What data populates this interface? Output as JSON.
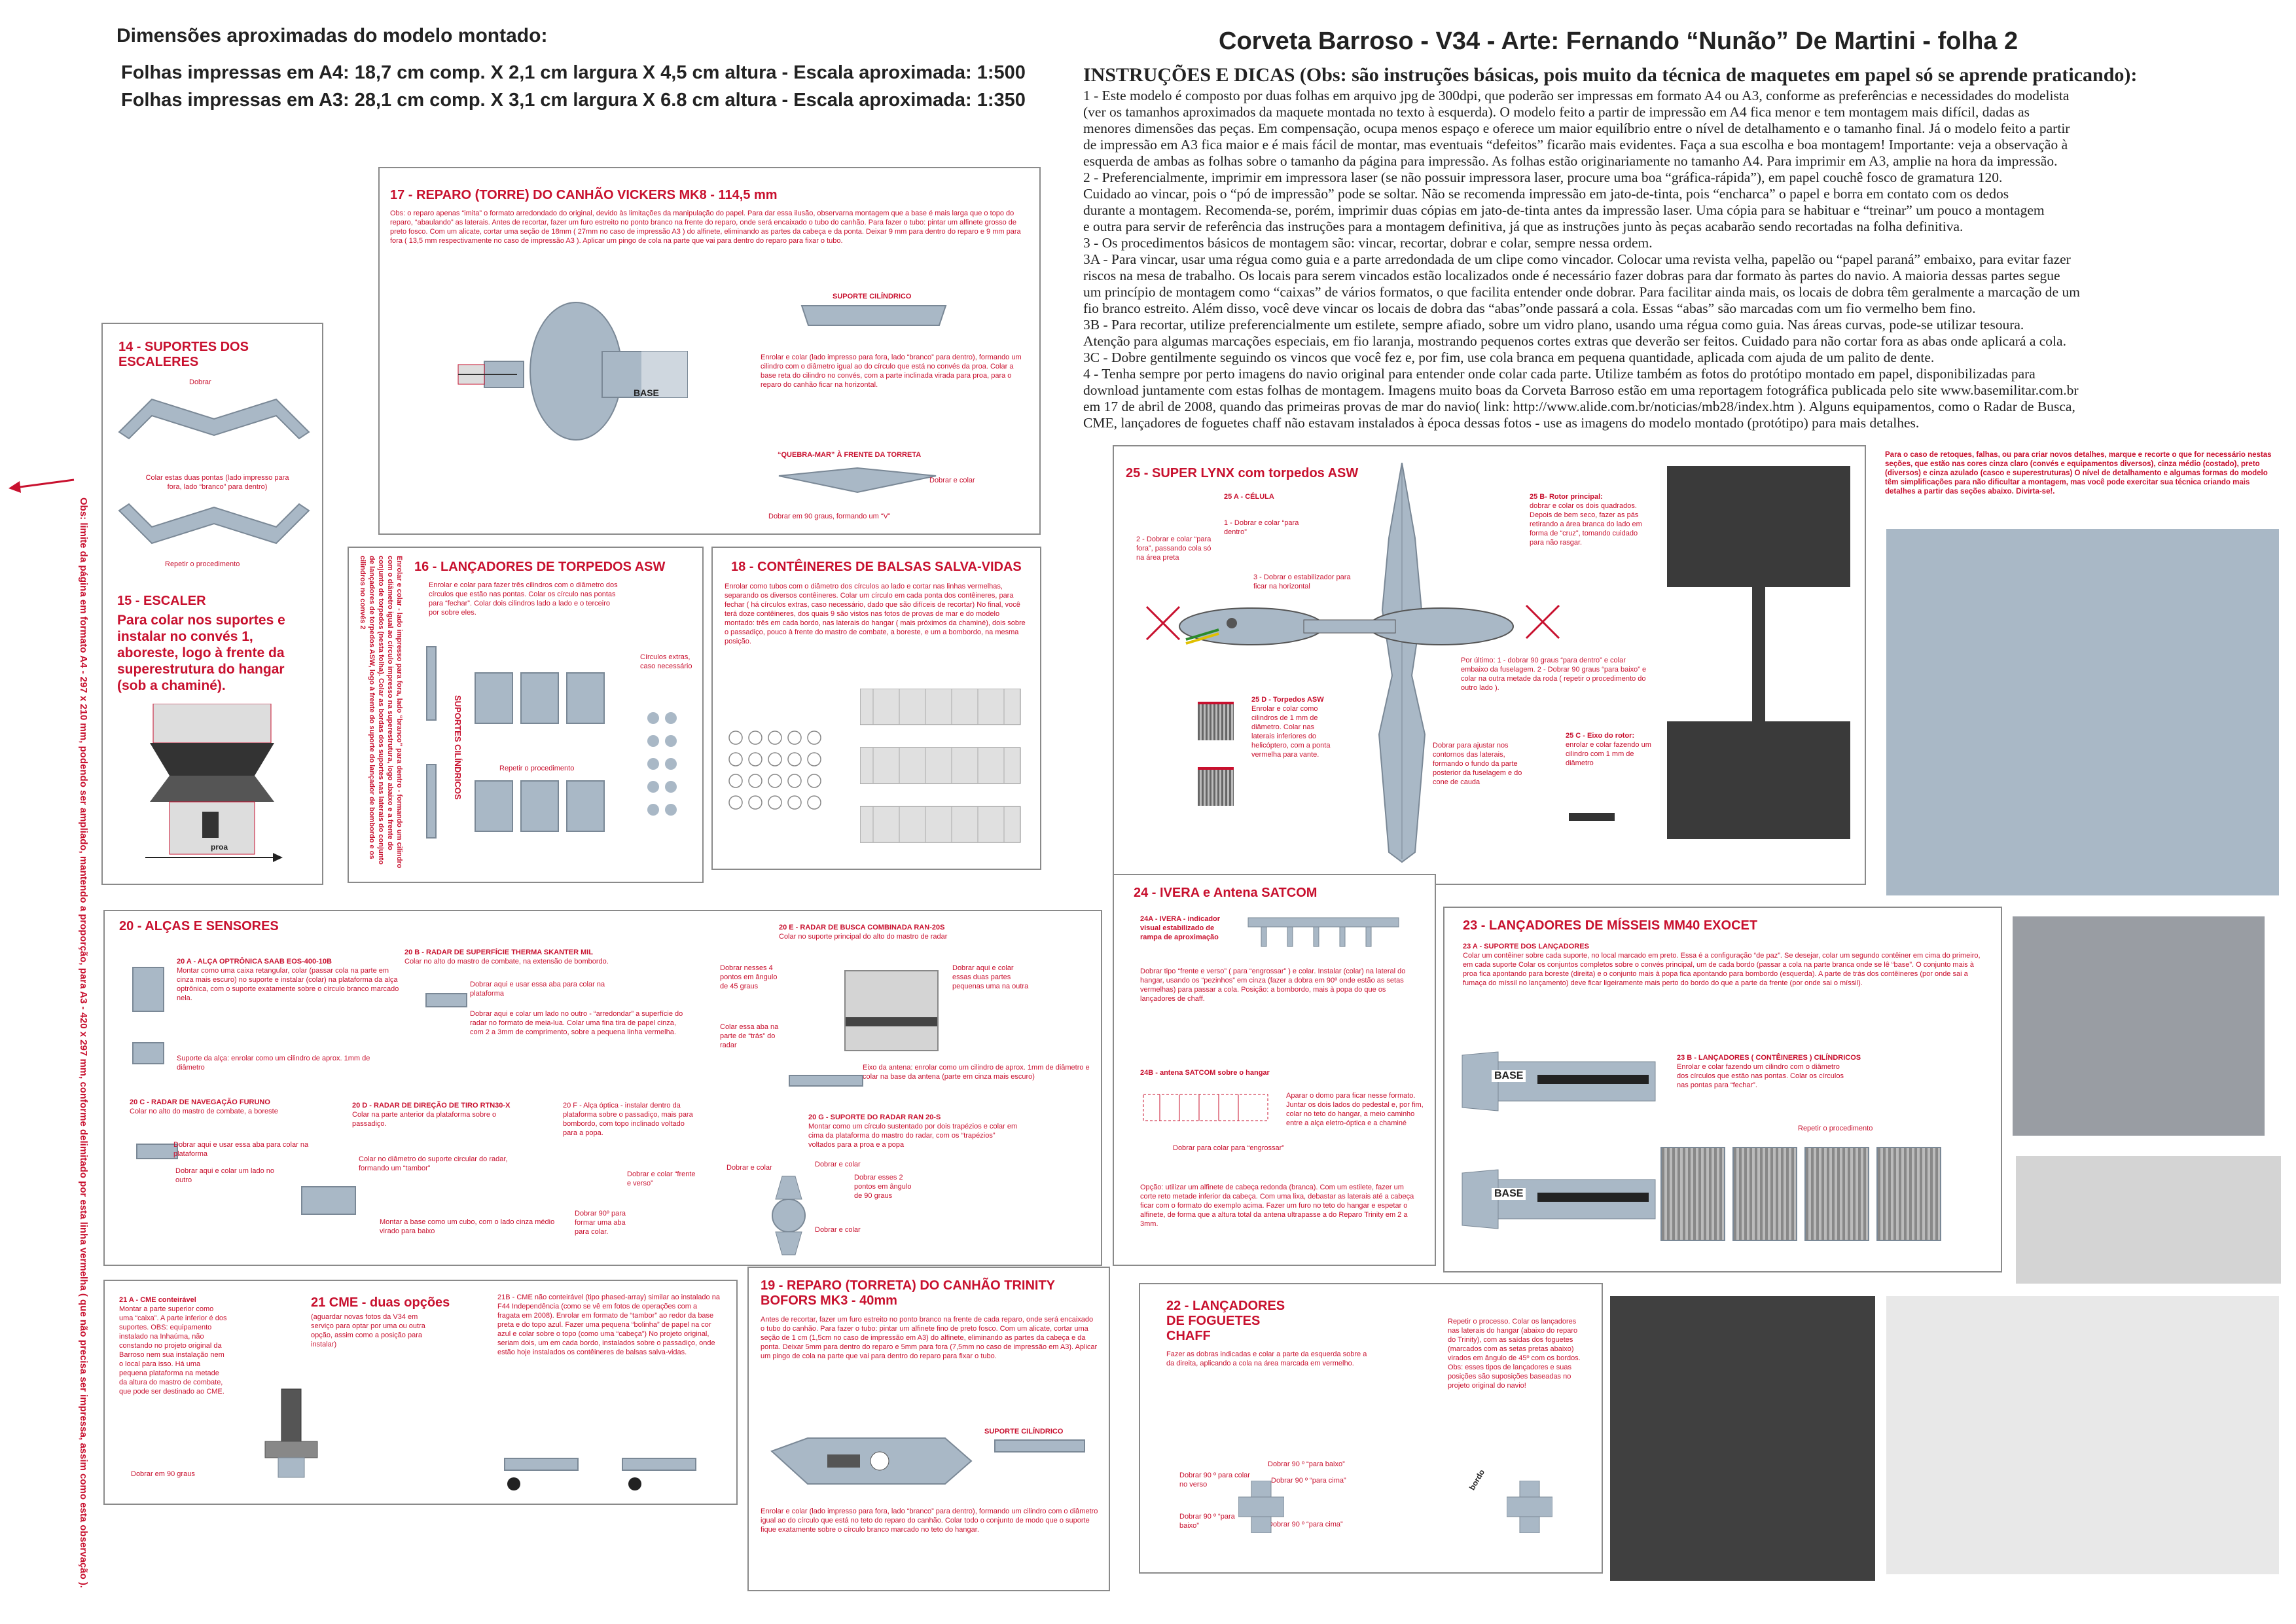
{
  "header_left": {
    "title": "Dimensões aproximadas do modelo montado:",
    "line_a4": "Folhas impressas em A4:  18,7 cm comp. X 2,1 cm largura X 4,5 cm altura  - Escala aproximada: 1:500",
    "line_a3": "Folhas impressas em A3:  28,1 cm comp. X 3,1 cm largura X 6.8 cm altura  - Escala aproximada: 1:350"
  },
  "header_right": {
    "title": "Corveta  Barroso -  V34  -  Arte: Fernando “Nunão” De Martini  -   folha 2",
    "instructions_title": "INSTRUÇÕES E DICAS (Obs: são instruções básicas, pois muito da técnica de maquetes em papel só se aprende praticando):",
    "instructions": [
      "1 - Este modelo é composto por duas folhas em arquivo jpg de 300dpi, que poderão ser impressas em formato A4 ou A3, conforme as preferências e necessidades do modelista",
      "(ver os tamanhos aproximados da maquete montada no texto à esquerda). O modelo feito a partir de impressão em A4 fica menor e tem montagem mais difícil, dadas as",
      "menores dimensões das peças. Em compensação, ocupa menos espaço e oferece um maior equilíbrio entre o nível de detalhamento e o tamanho final. Já o modelo feito a partir",
      "de impressão em A3 fica maior  e é mais fácil de montar, mas eventuais “defeitos” ficarão mais evidentes. Faça a sua escolha e boa montagem! Importante: veja a observação à",
      "esquerda de ambas as folhas sobre o tamanho da página para impressão. As  folhas estão originariamente no tamanho A4. Para imprimir em A3, amplie  na hora da impressão.",
      "2 - Preferencialmente, imprimir em impressora laser (se não possuir impressora laser, procure uma boa “gráfica-rápida”), em papel couchê fosco de gramatura 120.",
      "Cuidado ao vincar, pois o “pó de impressão” pode se soltar. Não se recomenda impressão em jato-de-tinta, pois “encharca” o papel e borra em contato com os dedos",
      "durante a montagem. Recomenda-se, porém, imprimir duas cópias em jato-de-tinta antes da impressão  laser. Uma cópia para se habituar e  “treinar” um pouco a montagem",
      "e outra para servir de referência das instruções para a montagem definitiva, já que as instruções junto às peças acabarão sendo recortadas na folha definitiva.",
      "3 - Os procedimentos básicos de montagem são: vincar, recortar, dobrar e colar, sempre nessa ordem.",
      "3A - Para vincar, usar uma régua como guia e a parte arredondada de um clipe como vincador. Colocar uma revista velha, papelão ou “papel paraná” embaixo, para evitar fazer",
      "riscos na mesa de trabalho. Os locais para serem vincados estão localizados onde é necessário fazer dobras para dar formato às partes do navio. A maioria dessas partes segue",
      "um princípio de montagem como “caixas” de vários formatos, o que facilita entender onde dobrar. Para facilitar ainda mais, os locais de dobra têm geralmente a marcação de um",
      "fio branco estreito. Além disso, você deve vincar os locais de dobra das “abas”onde passará a cola. Essas “abas” são marcadas com um fio vermelho bem fino.",
      "3B - Para recortar, utilize preferencialmente um estilete, sempre afiado, sobre um vidro plano, usando uma régua como guia. Nas áreas curvas, pode-se utilizar tesoura.",
      "Atenção para algumas marcações especiais, em fio laranja, mostrando pequenos cortes extras que deverão ser feitos. Cuidado para não cortar fora as abas onde aplicará a cola.",
      "3C - Dobre gentilmente seguindo os vincos que você fez e, por fim, use cola branca em pequena quantidade, aplicada com ajuda de um palito de dente.",
      "4 - Tenha sempre por perto imagens do navio original para entender onde colar cada parte. Utilize também as fotos do protótipo montado em papel, disponibilizadas para",
      "download juntamente com estas folhas de montagem. Imagens muito boas da Corveta Barroso estão em uma reportagem fotográfica publicada pelo site www.basemilitar.com.br",
      "em 17 de abril de 2008, quando das primeiras provas de mar do navio( link: http://www.alide.com.br/noticias/mb28/index.htm  ). Alguns equipamentos, como o Radar de Busca,",
      "CME, lançadores de foguetes chaff não estavam instalados à época dessas fotos - use as imagens do modelo montado (protótipo) para mais detalhes."
    ]
  },
  "side_note": "Obs: limite da página em formato  A4  - 297 x 210 mm, podendo ser ampliado, mantendo a proporção, para  A3 - 420 x 297 mm, conforme delimitado por esta linha vermelha ( que não precisa ser impressa, assim como esta observação ).",
  "color_note": "Para o caso de retoques, falhas,  ou para criar novos detalhes, marque e recorte o que for necessário nestas seções, que estão nas cores cinza claro (convés e equipamentos diversos),  cinza médio  (costado), preto (diversos)  e cinza azulado (casco e superestruturas) O nível de detalhamento e algumas formas do modelo têm simplificações para não dificultar a montagem, mas você pode exercitar sua técnica criando mais detalhes a partir das seções abaixo. Divirta-se!.",
  "colors": {
    "accent_red": "#c8102e",
    "hull_blue_gray": "#a9b8c6",
    "mid_gray": "#999da3",
    "light_gray": "#d4d4d4",
    "dark": "#404040"
  },
  "sections": {
    "s17": {
      "title": "17 - REPARO (TORRE) DO CANHÃO VICKERS MK8  - 114,5 mm",
      "text": "Obs: o reparo apenas “imita” o formato arredondado do original, devido às limitações da manipulação do papel. Para dar essa ilusão, observarna montagem  que a base é mais larga que o topo do reparo, “abaulando” as laterais. Antes de recortar, fazer um furo estreito no ponto branco na frente do reparo,  onde será encaixado o tubo do canhão. Para fazer o tubo: pintar um alfinete grosso de preto fosco. Com um alicate, cortar uma seção  de 18mm ( 27mm no caso de impressão A3 ) do alfinete, eliminando as partes da cabeça e da ponta.  Deixar 9 mm para dentro do reparo e 9 mm para fora ( 13,5 mm respectivamente no caso de impressão A3 ). Aplicar um pingo de cola na parte que vai para dentro do reparo para fixar o tubo.",
      "support_label": "SUPORTE CILÍNDRICO",
      "support_text": "Enrolar e colar  (lado impresso para fora, lado “branco” para dentro), formando um cilindro com o diâmetro igual ao do círculo que está no convés da proa. Colar a base reta do cilindro no convés, com a parte inclinada virada para proa, para o reparo do canhão ficar na horizontal.",
      "quebra_mar": "“QUEBRA-MAR” À FRENTE DA TORRETA",
      "dobrar_colar": "Dobrar e colar",
      "dobrar_90": "Dobrar em 90 graus, formando um “V”",
      "base_label": "BASE"
    },
    "s14": {
      "title": "14 - SUPORTES DOS ESCALERES",
      "dobrar": "Dobrar",
      "colar_pontas": "Colar estas duas pontas (lado impresso para fora, lado “branco” para dentro)",
      "repetir": "Repetir o procedimento"
    },
    "s15": {
      "title": "15 - ESCALER",
      "text": "Para colar nos suportes e instalar no convés 1, aboreste, logo à frente da superestrutura do hangar (sob a chaminé).",
      "proa": "proa"
    },
    "s16": {
      "title": "16 - LANÇADORES DE TORPEDOS ASW",
      "text": "Enrolar e colar para fazer três cilindros com o diâmetro dos círculos que estão nas pontas. Colar os círculo nas pontas para “fechar”. Colar dois cilindros lado a lado e o terceiro por sobre eles.",
      "vertical": "Enrolar e colar  - lado impresso para fora, lado “branco” para dentro - formando um cilindro com o diâmetro igual ao círculo impresso na superestrutura, logo abaixo e a frente do conjunto de torpedos (nesta folha). Colar as bordas dos suportes nas laterais do conjunto de lançadores de torpedos ASW, logo à frente do suporte do lançador de bombordo e os cilindros no convés 2",
      "suportes": "SUPORTES  CILÍNDRICOS",
      "circulos": "Círculos extras, caso necessário",
      "repetir": "Repetir o procedimento"
    },
    "s18": {
      "title": "18 - CONTÊINERES DE BALSAS SALVA-VIDAS",
      "text": "Enrolar como tubos com o diâmetro dos círculos ao lado e cortar nas linhas vermelhas, separando os diversos contêineres. Colar um círculo em cada ponta dos contêineres, para fechar ( há círculos extras, caso necessário, dado que são difíceis de recortar) No final, você terá doze contêineres, dos quais 9 são vistos nas fotos de provas de mar e do modelo montado: três em cada bordo, nas laterais do hangar ( mais próximos da chaminé), dois sobre o passadiço, pouco à frente do mastro de combate, a boreste, e um a bombordo, na mesma posição."
    },
    "s20": {
      "title": "20 - ALÇAS E SENSORES",
      "a_title": "20 A - ALÇA OPTRÔNICA SAAB EOS-400-10B",
      "a_text": "Montar como uma caixa retangular, colar (passar cola na parte em cinza mais escuro) no suporte e instalar (colar) na plataforma da alça optrônica, com o suporte exatamente sobre o círculo branco marcado nela.",
      "a_sup": "Suporte da alça: enrolar como um cilindro de aprox. 1mm de diâmetro",
      "b_title": "20 B - RADAR DE SUPERFÍCIE THERMA SKANTER MIL",
      "b_text": "Colar no alto do mastro de combate, na extensão de bombordo.",
      "b_dobrar1": "Dobrar aqui e usar essa aba para colar na plataforma",
      "b_dobrar2": "Dobrar aqui e colar um lado no outro - “arredondar” a superfície do radar no formato de meia-lua. Colar uma fina tira de papel cinza, com 2 a 3mm de comprimento, sobre a pequena linha vermelha.",
      "c_title": "20 C - RADAR DE NAVEGAÇÃO FURUNO",
      "c_text": "Colar no alto do mastro de combate, a boreste",
      "c_dobrar1": "Dobrar aqui e usar essa aba para colar na plataforma",
      "c_dobrar2": "Dobrar aqui e colar um lado no outro",
      "d_title": "20 D - RADAR DE DIREÇÃO DE TIRO RTN30-X",
      "d_text": "Colar  na parte anterior da plataforma sobre o passadiço.",
      "d_sup": "Colar no diâmetro do suporte circular do radar, formando um “tambor”",
      "d_base": "Montar a base como um cubo, com o lado cinza médio virado para baixo",
      "e_title": "20 E  - RADAR DE BUSCA COMBINADA RAN-20S",
      "e_text": "Colar no suporte principal do  alto do mastro de radar",
      "e_dobrar45": "Dobrar nesses 4 pontos em ângulo de 45 graus",
      "e_dobrar_abas": "Dobrar aqui e colar essas duas partes pequenas uma na outra",
      "e_colar": "Colar essa aba na parte de “trás” do radar",
      "e_eixo": "Eixo da antena: enrolar como um cilindro de aprox. 1mm de diâmetro e colar na base da antena (parte em cinza mais escuro)",
      "f_title": "20 F - Alça óptica - instalar dentro da plataforma sobre o passadiço,  mais para bombordo, com topo inclinado voltado para a popa.",
      "f_dobrar": "Dobrar e colar “frente e verso”",
      "f_90": "Dobrar 90º para formar uma aba para colar.",
      "g_title": "20 G - SUPORTE DO RADAR RAN 20-S",
      "g_text": "Montar como um círculo sustentado por dois trapézios e colar em cima da plataforma do mastro do radar, com os “trapézios” voltados para a proa e a popa",
      "g_dobrar": "Dobrar e colar",
      "g_dobrar5": "Dobrar esses 2 pontos em ângulo de 90 graus"
    },
    "s21": {
      "a_title": "21 A - CME  conteirável",
      "a_text": "Montar a parte superior como uma “caixa”. A parte inferior é dos suportes. OBS: equipamento instalado na Inhaúma, não constando no projeto original da Barroso nem sua instalação nem o local para isso. Há uma pequena plataforma na metade da altura do mastro de combate, que pode ser destinado ao CME.",
      "a_dobrar": "Dobrar em 90 graus",
      "title": "21 CME - duas opções",
      "text": "(aguardar novas fotos da V34 em serviço para optar por uma ou outra opção, assim como a posição para instalar)",
      "b_text": "21B - CME  não conteirável (tipo phased-array) similar ao instalado na F44 Independência (como se vê em fotos de operações com a fragata em 2008). Enrolar em formato de “tambor” ao redor da base preta e do topo azul.  Fazer uma pequena “bolinha” de papel na cor azul e colar sobre o topo (como uma “cabeça”) No projeto original, seriam dois, um em cada bordo, instalados sobre o passadiço, onde estão hoje instalados os contêineres de balsas salva-vidas."
    },
    "s19": {
      "title": "19 - REPARO (TORRETA) DO CANHÃO TRINITY BOFORS MK3 - 40mm",
      "text": "Antes de recortar, fazer um furo estreito no ponto branco na frente de cada reparo, onde será encaixado o tubo do canhão. Para fazer o tubo: pintar um alfinete fino de preto fosco. Com um alicate, cortar uma seção de 1 cm (1,5cm no caso de impressão em A3) do alfinete, eliminando as partes da cabeça e da ponta.  Deixar 5mm para dentro do reparo e 5mm para fora (7,5mm no caso de impressão em A3). Aplicar um pingo de cola na parte que vai para dentro do reparo para fixar o tubo.",
      "support_label": "SUPORTE CILÍNDRICO",
      "support_text": "Enrolar e colar  (lado impresso para fora, lado “branco” para dentro), formando um cilindro com o diâmetro igual ao do círculo que está no teto do reparo do canhão. Colar todo o conjunto de modo que o suporte fique exatamente sobre o círculo branco marcado no teto do hangar."
    },
    "s22": {
      "title": "22 - LANÇADORES DE FOGUETES CHAFF",
      "text": "Fazer as dobras indicadas e colar a parte da esquerda sobre a da direita, aplicando a cola na área marcada em vermelho.",
      "repetir": "Repetir o processo. Colar os lançadores nas laterais do hangar (abaixo do reparo do Trinity), com as saídas dos foguetes (marcados com as setas pretas abaixo) virados em ângulo de 45º com os bordos. Obs: esses tipos de lançadores e suas posições são suposições baseadas no projeto original do navio!",
      "d1": "Dobrar 90 º para colar no verso",
      "d2": "Dobrar 90 º “para baixo”",
      "d3": "Dobrar 90 º “para cima”",
      "d4": "Dobrar 90 º “para baixo”",
      "d5": "Dobrar 90 º “para cima”",
      "bordo": "bordo"
    },
    "s23": {
      "title": "23 - LANÇADORES DE MÍSSEIS MM40 EXOCET",
      "a_title": "23 A - SUPORTE DOS LANÇADORES",
      "a_text": "Colar um contêiner sobre cada suporte, no local marcado em preto. Essa é a configuração “de paz”. Se desejar, colar um segundo contêiner em cima do primeiro, em cada suporte Colar os conjuntos  completos sobre o convés principal, um de cada bordo (passar a cola na parte branca onde se lê “base”. O conjunto mais à proa fica apontando para boreste (direita) e o conjunto mais à popa fica  apontando para bombordo (esquerda). A parte de trás dos contêineres (por onde sai a fumaça do míssil no lançamento) deve ficar ligeiramente mais perto do bordo do que a parte da frente (por onde sai o míssil).",
      "b_title": "23  B  -  LANÇADORES ( CONTÊINERES ) CILÍNDRICOS",
      "b_text": "Enrolar e colar fazendo  um cilindro com o diâmetro dos círculos que  estão nas pontas. Colar os círculos nas pontas para  “fechar”.",
      "repetir": "Repetir o procedimento",
      "base": "BASE"
    },
    "s24": {
      "title": "24 - IVERA e Antena SATCOM",
      "a_title": "24A - IVERA - indicador visual estabilizado de rampa de aproximação",
      "a_text": "Dobrar tipo “frente e verso” ( para “engrossar” ) e colar. Instalar (colar) na lateral do hangar, usando os “pezinhos”  em cinza (fazer a dobra em 90º onde estão as setas vermelhas) para passar a cola. Posição: a bombordo, mais à popa do que os lançadores de chaff.",
      "b_title": "24B - antena SATCOM sobre o hangar",
      "b_dobrar": "Dobrar para colar para “engrossar”",
      "b_domo": "Aparar o domo para ficar nesse formato. Juntar os dois lados do pedestal e, por fim, colar no teto do hangar, a meio caminho entre a alça eletro-óptica e a chaminé",
      "b_opcao": "Opção: utilizar um alfinete de cabeça redonda (branca). Com um estilete, fazer um corte reto metade inferior da cabeça. Com uma lixa, debastar as laterais até a cabeça ficar com o formato do exemplo acima. Fazer um furo no teto do hangar e espetar o alfinete, de forma que a altura total da antena ultrapasse a do Reparo Trinity em 2 a 3mm."
    },
    "s25": {
      "title": "25 - SUPER LYNX com torpedos ASW",
      "a_title": "25 A - CÉLULA",
      "a1": "1 - Dobrar e colar “para dentro”",
      "a2": "2 - Dobrar e colar “para fora”, passando cola só na área preta",
      "a3": "3 - Dobrar o estabilizador para ficar na horizontal",
      "b_title": "25 B- Rotor principal:",
      "b_text": "dobrar e colar os dois quadrados. Depois de bem seco, fazer as pás retirando a área branca do lado em forma de “cruz”, tomando cuidado para não rasgar.",
      "b_final": "Por último: 1 - dobrar 90 graus “para dentro” e colar embaixo da fuselagem. 2 - Dobrar 90 graus “para baixo” e colar na outra metade da roda ( repetir o procedimento do outro lado ).",
      "torp_title": "25 D - Torpedos ASW",
      "torp_text": "Enrolar e colar como cilindros de  1 mm de diâmetro. Colar nas laterais inferiores do helicóptero, com a ponta vermelha para vante.",
      "ajustar": "Dobrar para ajustar nos contornos das laterais, formando o fundo da parte posterior da fuselagem e do cone de cauda",
      "c_title": "25 C - Eixo do rotor:",
      "c_text": "enrolar e colar fazendo um cilindro com 1 mm de diâmetro"
    }
  }
}
